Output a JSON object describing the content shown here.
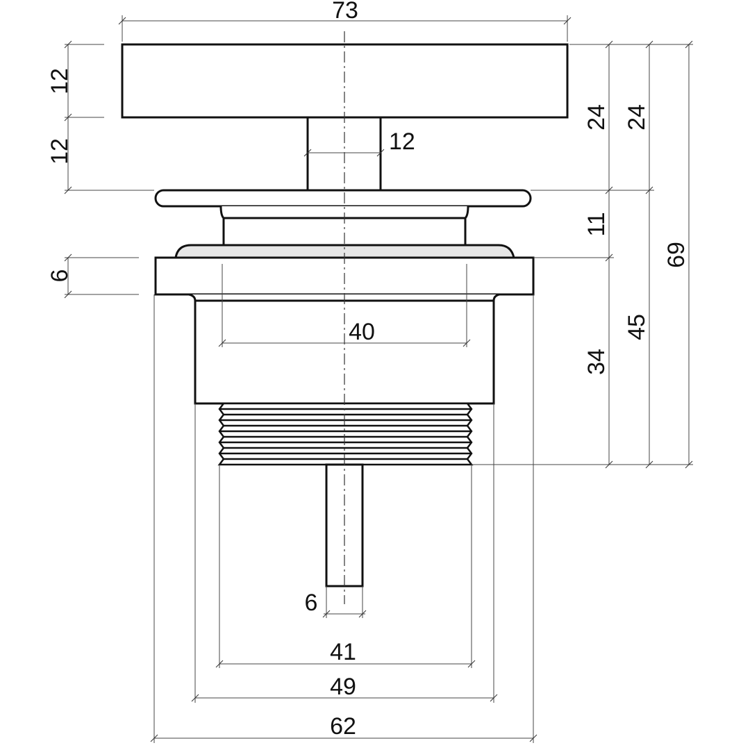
{
  "dimensions": {
    "top_width": "73",
    "cap_height": "12",
    "stem_height": "12",
    "stem_width": "12",
    "cap_stem_height_a": "24",
    "cap_stem_height_b": "24",
    "collar_height": "11",
    "overall_height": "69",
    "flange_height": "6",
    "inner_width": "40",
    "body_height": "34",
    "lower_height": "45",
    "pin_width": "6",
    "thread_width": "41",
    "body_width": "49",
    "flange_width": "62"
  }
}
